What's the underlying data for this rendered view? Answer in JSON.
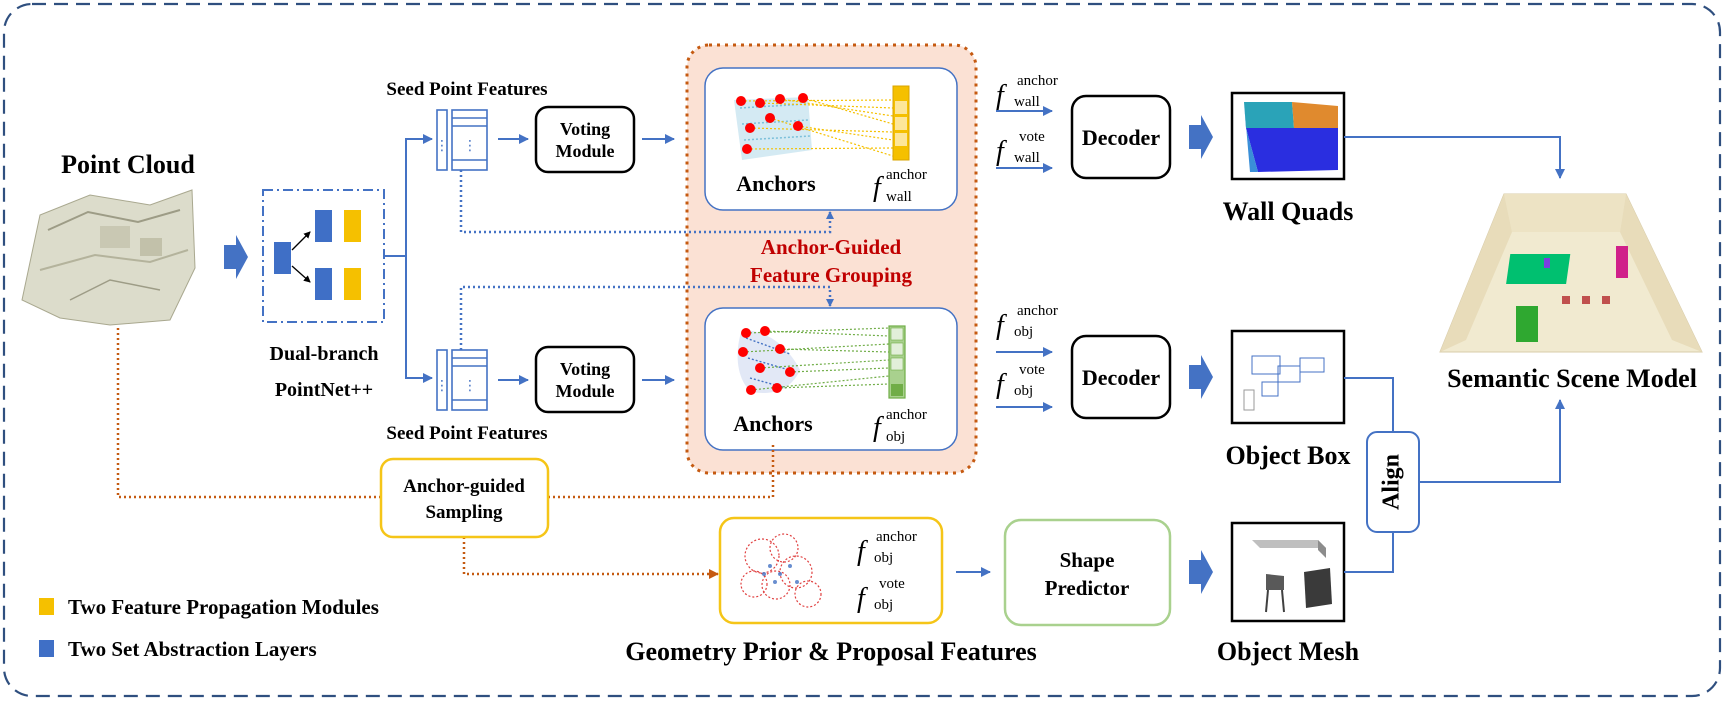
{
  "labels": {
    "point_cloud": "Point Cloud",
    "dual_branch": "Dual-branch",
    "pointnet": "PointNet++",
    "seed_top": "Seed Point Features",
    "seed_bottom": "Seed Point Features",
    "voting_top": [
      "Voting",
      "Module"
    ],
    "voting_bottom": [
      "Voting",
      "Module"
    ],
    "anchors_top": "Anchors",
    "anchors_bottom": "Anchors",
    "grouping": [
      "Anchor-Guided",
      "Feature Grouping"
    ],
    "sampling": [
      "Anchor-guided",
      "Sampling"
    ],
    "decoder_top": "Decoder",
    "decoder_bottom": "Decoder",
    "shape_predictor": [
      "Shape",
      "Predictor"
    ],
    "wall_quads": "Wall Quads",
    "object_box": "Object Box",
    "object_mesh": "Object Mesh",
    "align": "Align",
    "semantic_scene": "Semantic Scene Model",
    "geometry_prior": "Geometry Prior & Proposal Features"
  },
  "symbols": {
    "f": "f",
    "anchor": "anchor",
    "vote": "vote",
    "wall": "wall",
    "obj": "obj"
  },
  "legend": [
    {
      "label": "Two Feature Propagation Modules",
      "color": "#f5c000"
    },
    {
      "label": "Two Set Abstraction Layers",
      "color": "#3f6fc6"
    }
  ],
  "colors": {
    "blue": "#4472c4",
    "sa_blue": "#3f6fc6",
    "fp_yellow": "#f5c000",
    "orange_dots": "#c55a11",
    "grouping_fill": "#fbe1d4",
    "grouping_title": "#c00000",
    "sampling_border": "#f5c518",
    "shape_border": "#a9d18e",
    "wall_red": "#e00000",
    "obj_green": "#70ad47"
  }
}
